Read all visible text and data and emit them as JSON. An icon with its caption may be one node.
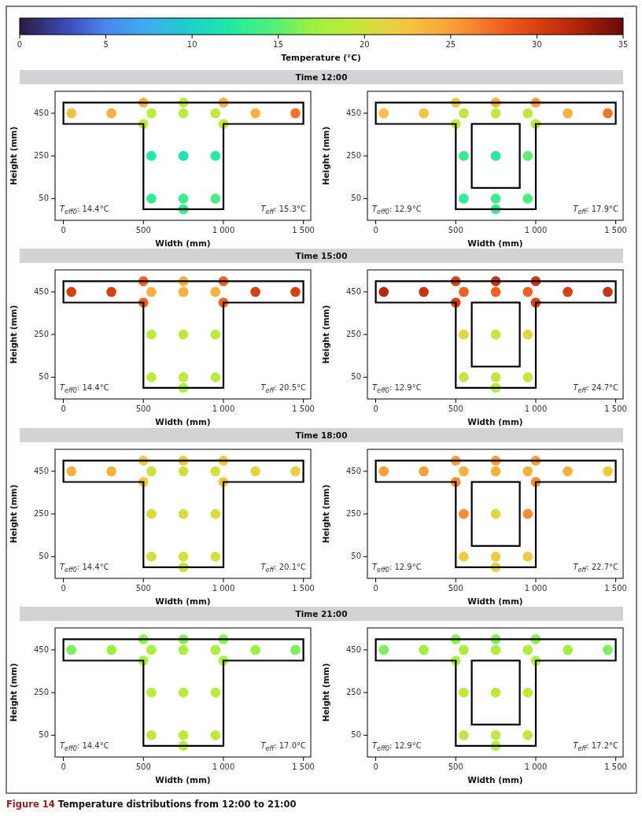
{
  "diagram": {
    "caption": "**Figure 14** Temperature distributions from 12:00 to 21:00",
    "labels": [
      "0",
      "5",
      "10",
      "15",
      "20",
      "25",
      "30",
      "35",
      "Temperature (°C)",
      "Time 12:00",
      "450",
      "250",
      "50",
      "Height (mm)",
      "*T*$_{eff0}$: 14.4°C",
      "*T*$_{eff}$: 15.3°C",
      "0",
      "500",
      "1 000",
      "1 500",
      "Width (mm)",
      "450",
      "250",
      "50",
      "Height (mm)",
      "*T*$_{eff0}$: 12.9°C",
      "*T*$_{eff}$: 17.9°C",
      "0",
      "500",
      "1 000",
      "1 500",
      "Width (mm)",
      "Time 15:00",
      "450",
      "250",
      "50",
      "Height (mm)",
      "*T*$_{eff0}$: 14.4°C",
      "*T*$_{eff}$: 20.5°C",
      "0",
      "500",
      "1 000",
      "1 500",
      "Width (mm)",
      "450",
      "250",
      "50",
      "Height (mm)",
      "*T*$_{eff0}$: 12.9°C",
      "*T*$_{eff}$: 24.7°C",
      "0",
      "500",
      "1 000",
      "1 500",
      "Width (mm)",
      "Time 18:00",
      "450",
      "250",
      "50",
      "Height (mm)",
      "*T*$_{eff0}$: 14.4°C",
      "*T*$_{eff}$: 20.1°C",
      "0",
      "500",
      "1 000",
      "1 500",
      "Width (mm)",
      "450",
      "250",
      "50",
      "Height (mm)",
      "*T*$_{eff0}$: 12.9°C",
      "*T*$_{eff}$: 22.7°C",
      "0",
      "500",
      "1 000",
      "1 500",
      "Width (mm)",
      "Time 21:00",
      "450",
      "250",
      "50",
      "Height (mm)",
      "*T*$_{eff0}$: 14.4°C",
      "*T*$_{eff}$: 17.0°C",
      "0",
      "500",
      "1 000",
      "1 500",
      "Width (mm)",
      "450",
      "250",
      "50",
      "Height (mm)",
      "*T*$_{eff0}$: 12.9°C",
      "*T*$_{eff}$: 17.2°C",
      "0",
      "500",
      "1 000",
      "1 500",
      "Width (mm)"
    ]
  }
}
